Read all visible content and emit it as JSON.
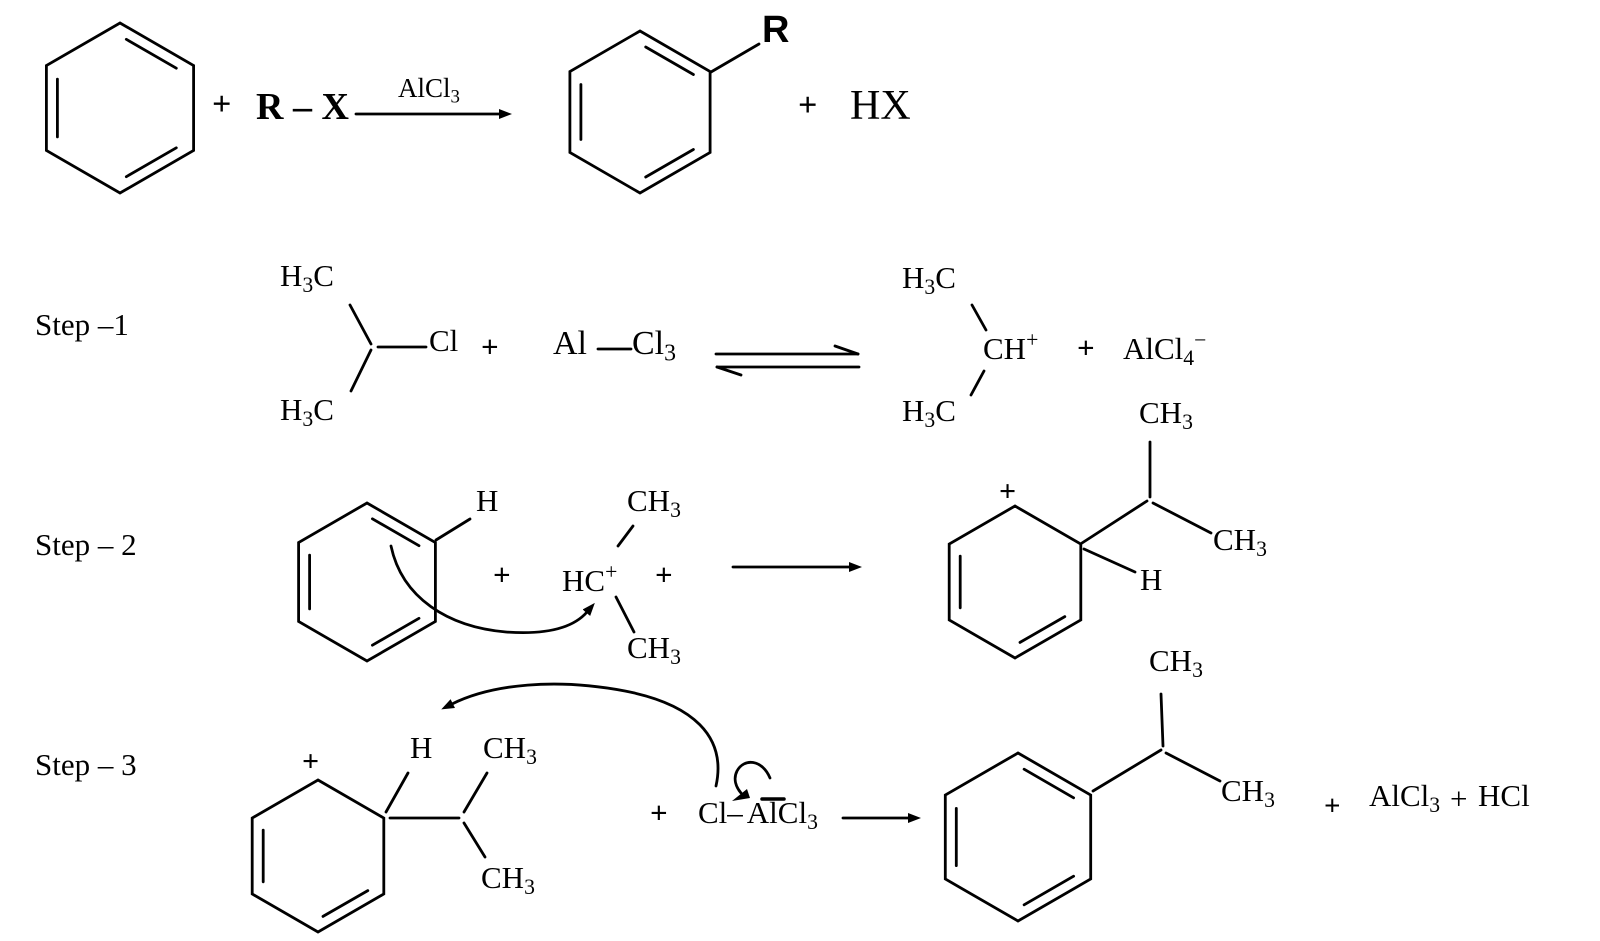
{
  "background": "#ffffff",
  "ink": "#000000",
  "formulas": {
    "plus": "+",
    "h": "H",
    "h3c": {
      "h": "H",
      "sub": "3",
      "c": "C"
    },
    "ch3": {
      "base": "CH",
      "sub": "3"
    }
  },
  "top_reaction": {
    "plus_left": "+",
    "alkyl_halide": "R – X",
    "catalyst": {
      "base": "AlCl",
      "sub": "3"
    },
    "product_substituent": "R",
    "plus_right": "+",
    "byproduct": "HX"
  },
  "step1": {
    "label": "Step –1",
    "chloride": "Cl",
    "plus_mid": "+",
    "al": "Al",
    "cl3": {
      "base": "Cl",
      "sub": "3"
    },
    "carbocation": {
      "base": "CH",
      "charge": "+"
    },
    "plus_right": "+",
    "alcl4": {
      "base": "AlCl",
      "sub": "4",
      "charge": "−"
    }
  },
  "step2": {
    "label": "Step – 2",
    "ring_h": "H",
    "plus_left": "+",
    "carbocation": {
      "base": "HC",
      "charge": "+"
    },
    "plus_right": "+",
    "product_charge": "+",
    "product_h": "H"
  },
  "step3": {
    "label": "Step – 3",
    "arenium_charge": "+",
    "arenium_h": "H",
    "plus_left": "+",
    "chloroaluminate": {
      "cl": "Cl",
      "dash": "–",
      "al": "Al",
      "cl3_base": "Cl",
      "cl3_sub": "3"
    },
    "plus_mid": "+",
    "alcl3": {
      "base": "AlCl",
      "sub": "3"
    },
    "plus_right": "+",
    "hcl": "HCl"
  }
}
